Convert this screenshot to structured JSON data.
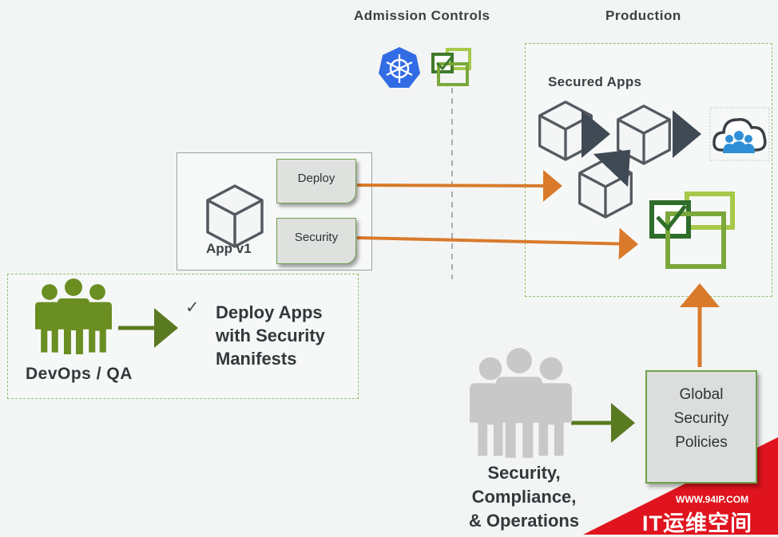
{
  "headers": {
    "admission": "Admission Controls",
    "production": "Production"
  },
  "production": {
    "secured_apps": "Secured Apps"
  },
  "app_panel": {
    "app_label": "App v1",
    "deploy": "Deploy",
    "security": "Security"
  },
  "devops": {
    "group_label": "DevOps / QA",
    "check": "✓",
    "line1": "Deploy Apps",
    "line2": "with Security",
    "line3": "Manifests"
  },
  "security_team": {
    "line1": "Security,",
    "line2": "Compliance,",
    "line3": "& Operations"
  },
  "policies": {
    "line1": "Global",
    "line2": "Security",
    "line3": "Policies"
  },
  "watermark": {
    "url": "WWW.94IP.COM",
    "text": "IT运维空间"
  },
  "colors": {
    "orange_arrow": "#d97a2b",
    "green_arrow": "#5a7a22",
    "olive_people": "#6b8e23",
    "gray_people": "#c8c8c8",
    "dark_arrow": "#3f4a55",
    "kube_blue": "#326ce5",
    "watermark_red": "#e0141e"
  },
  "icons": [
    "kubernetes-icon",
    "policy-check-icon",
    "cube-icon",
    "cloud-users-icon",
    "people-group-icon"
  ]
}
